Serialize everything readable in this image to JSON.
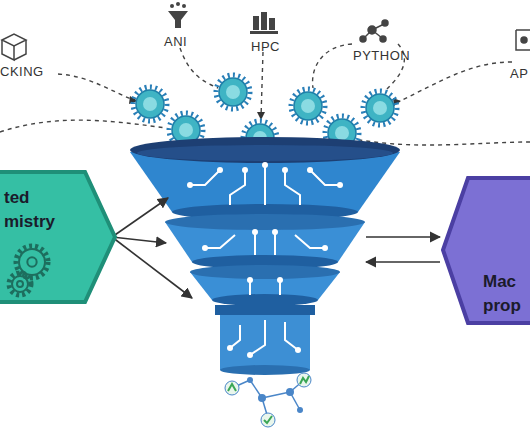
{
  "diagram": {
    "nodes": [
      {
        "text": [
          "ted mistry"
        ]
      },
      {
        "text": [
          "Mac prop"
        ]
      }
    ],
    "labels": [
      "CKING",
      "ANI",
      "HPC",
      "PYTHON",
      "AP"
    ]
  }
}
